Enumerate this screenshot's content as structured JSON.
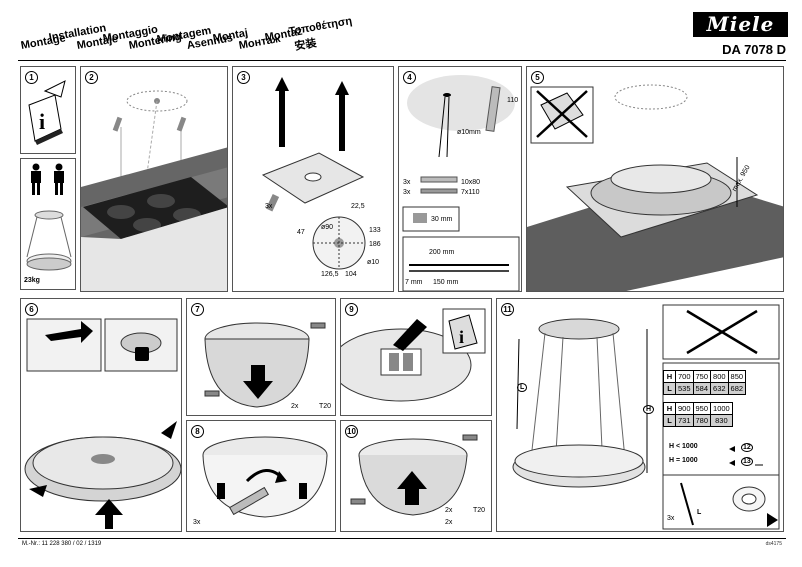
{
  "header": {
    "languages": [
      "Montage",
      "Installation",
      "Montaje",
      "Montaggio",
      "Montering",
      "Montagem",
      "Asennus",
      "Montaj",
      "Монтаж",
      "Montaż",
      "Τοποθέτηση",
      "安装"
    ],
    "brand": "Miele",
    "model": "DA 7078 D"
  },
  "steps": {
    "s1": "1",
    "s2": "2",
    "s3": "3",
    "s4": "4",
    "s5": "5",
    "s6": "6",
    "s7": "7",
    "s8": "8",
    "s9": "9",
    "s10": "10",
    "s11": "11"
  },
  "panel1": {
    "weight": "23kg",
    "info": "i"
  },
  "panel3": {
    "screws": "3x",
    "dims": [
      "22,5",
      "47",
      "ø90",
      "133",
      "186",
      "ø10",
      "126,5",
      "104"
    ]
  },
  "panel4": {
    "depth": "110",
    "drill": "ø10mm",
    "plug1_qty": "3x",
    "plug1_size": "10x80",
    "screw_qty": "3x",
    "screw_size": "7x110",
    "clamp": "30 mm",
    "cable_total": "200 mm",
    "cable_a": "7 mm",
    "cable_b": "150 mm"
  },
  "panel5": {
    "max": "max. 950"
  },
  "panel7": {
    "qty": "2x",
    "torx": "T20"
  },
  "panel8": {
    "qty": "3x"
  },
  "panel9": {
    "info": "i"
  },
  "panel10": {
    "qty1": "2x",
    "torx": "T20",
    "qty2": "2x"
  },
  "panel11": {
    "L": "L",
    "H": "H",
    "table1": {
      "h_label": "H",
      "h": [
        "700",
        "750",
        "800",
        "850"
      ],
      "l_label": "L",
      "l": [
        "535",
        "584",
        "632",
        "682"
      ]
    },
    "table2": {
      "h_label": "H",
      "h": [
        "900",
        "950",
        "1000"
      ],
      "l_label": "L",
      "l": [
        "731",
        "780",
        "830"
      ]
    },
    "rule_lt": "H < 1000",
    "goto_lt": "12",
    "rule_eq": "H = 1000",
    "goto_eq": "13",
    "cut_qty": "3x",
    "cut_l": "L"
  },
  "footer": {
    "doc_number": "M.-Nr.: 11 228 380 / 02 / 1319",
    "code": "ds4175"
  }
}
